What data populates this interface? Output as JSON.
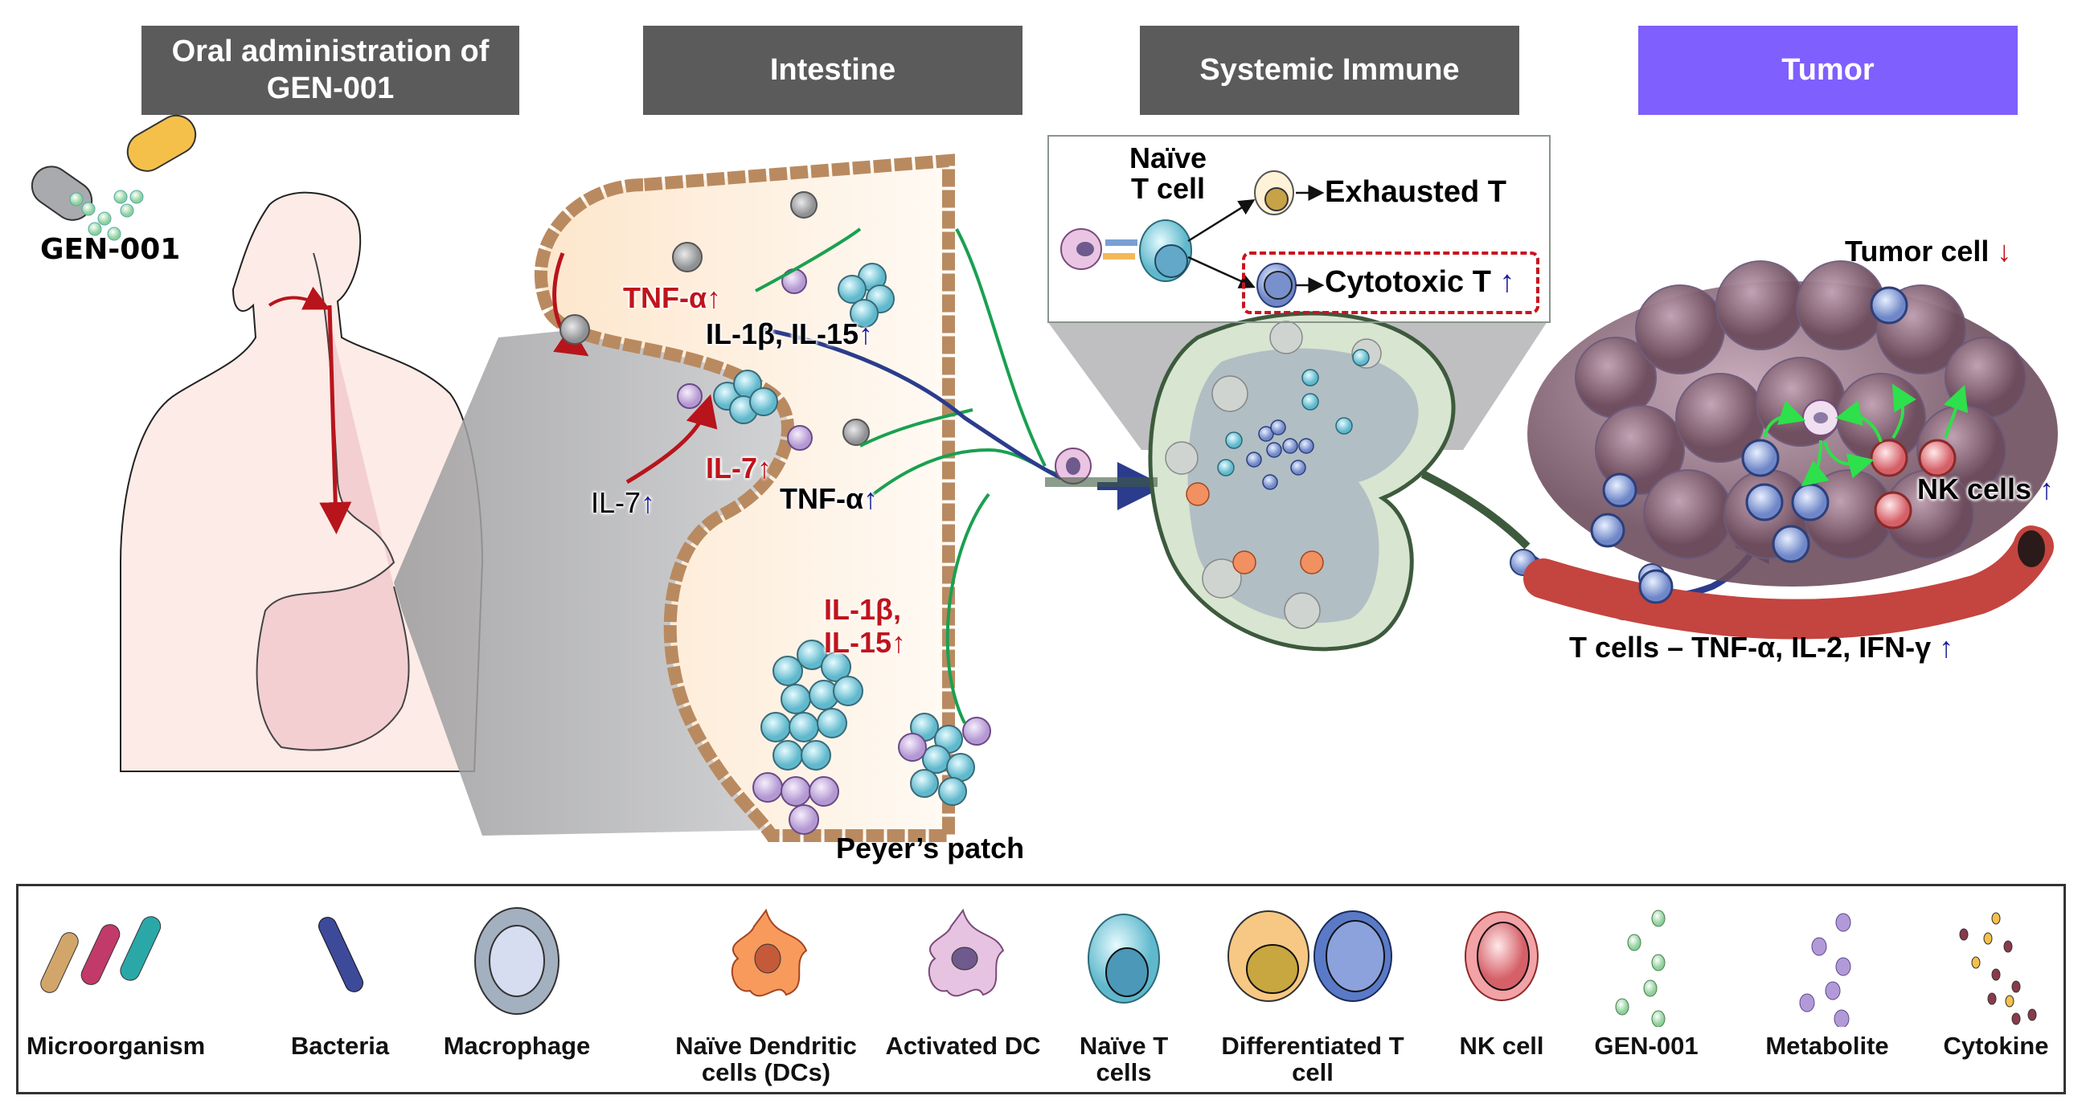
{
  "headers": [
    {
      "id": "oral",
      "label": "Oral administration of GEN-001",
      "color": "#5b5b5b"
    },
    {
      "id": "intestine",
      "label": "Intestine",
      "color": "#5b5b5b"
    },
    {
      "id": "systemic",
      "label": "Systemic Immune",
      "color": "#5b5b5b"
    },
    {
      "id": "tumor",
      "label": "Tumor",
      "color": "#7f5ffd"
    }
  ],
  "oral": {
    "drug_label": "GEN-001"
  },
  "intestine": {
    "labels": {
      "tnf_alpha_red": "TNF-α",
      "il1b_il15_black": "IL-1β, IL-15",
      "il7_red": "IL-7",
      "il7_lumen": "IL-7",
      "tnf_alpha_black": "TNF-α",
      "il1b_red": "IL-1β,",
      "il15_red": "IL-15",
      "peyers_patch": "Peyer’s patch"
    },
    "arrows": {
      "up": "↑",
      "down": "↓"
    }
  },
  "systemic": {
    "naive_t_cell_line1": "Naïve",
    "naive_t_cell_line2": "T cell",
    "exhausted_t": "Exhausted T",
    "cytotoxic_t": "Cytotoxic T"
  },
  "tumor": {
    "tumor_cell": "Tumor cell",
    "nk_cells": "NK cells",
    "t_cells_cytokines": "T cells – TNF-α, IL-2, IFN-γ"
  },
  "legend": [
    {
      "icon": "microorganism-icon",
      "label": "Microorganism"
    },
    {
      "icon": "bacteria-icon",
      "label": "Bacteria"
    },
    {
      "icon": "macrophage-icon",
      "label": "Macrophage"
    },
    {
      "icon": "naive-dc-icon",
      "label": "Naïve Dendritic cells (DCs)"
    },
    {
      "icon": "activated-dc-icon",
      "label": "Activated DC"
    },
    {
      "icon": "naive-t-cell-icon",
      "label": "Naïve T cells"
    },
    {
      "icon": "differentiated-t-cell-icon",
      "label": "Differentiated T cell"
    },
    {
      "icon": "nk-cell-icon",
      "label": "NK cell"
    },
    {
      "icon": "gen-001-icon",
      "label": "GEN-001"
    },
    {
      "icon": "metabolite-icon",
      "label": "Metabolite"
    },
    {
      "icon": "cytokine-icon",
      "label": "Cytokine"
    }
  ],
  "colors": {
    "header_gray": "#5b5b5b",
    "tumor_purple": "#7f5ffd",
    "increase_blue": "#1a1a9a",
    "highlight_red": "#c0141c",
    "signal_green": "#1aa050"
  }
}
